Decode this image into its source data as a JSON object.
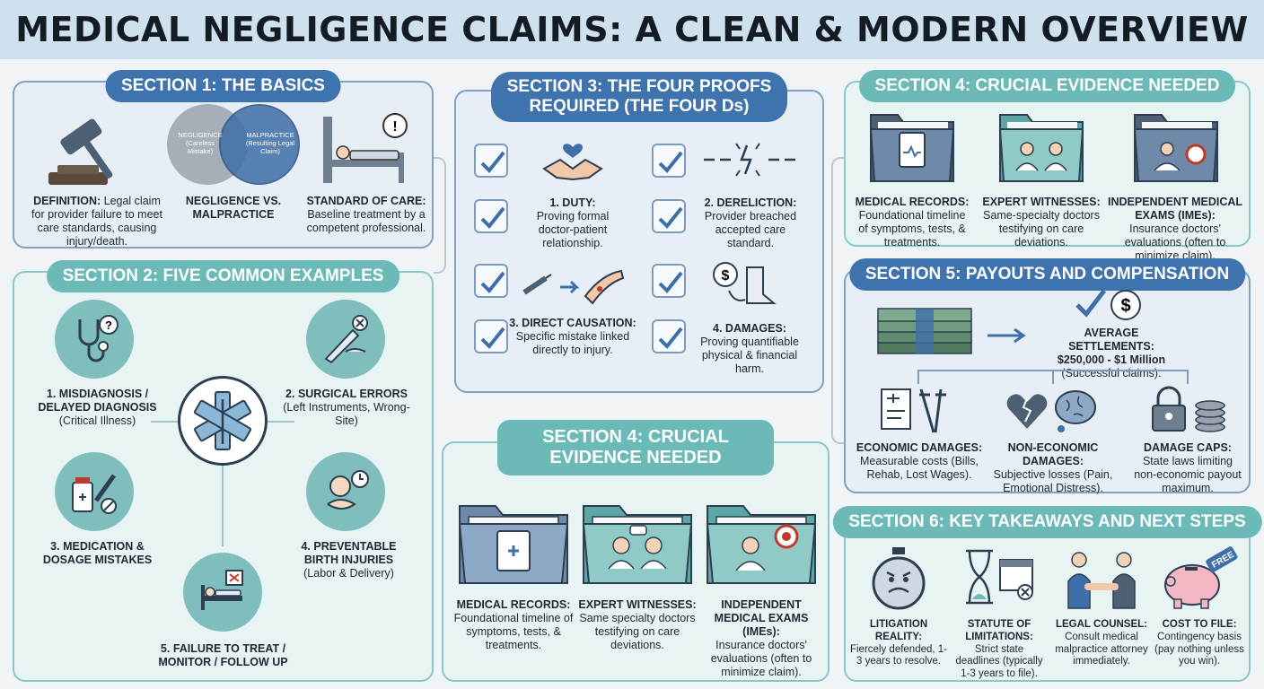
{
  "title": "MEDICAL NEGLIGENCE CLAIMS: A CLEAN & MODERN OVERVIEW",
  "s1": {
    "header": "SECTION 1: THE BASICS",
    "venn_left": "NEGLIGENCE (Careless Mistake)",
    "venn_right": "MALPRACTICE (Resulting Legal Claim)",
    "def_label": "DEFINITION:",
    "def_text": "Legal claim for provider failure to meet care standards, causing injury/death.",
    "neg_label": "NEGLIGENCE VS. MALPRACTICE",
    "soc_label": "STANDARD OF CARE:",
    "soc_text": "Baseline treatment by a competent professional."
  },
  "s2": {
    "header": "SECTION 2: FIVE COMMON EXAMPLES",
    "e1_label": "1. MISDIAGNOSIS / DELAYED DIAGNOSIS",
    "e1_text": "(Critical Illness)",
    "e2_label": "2. SURGICAL ERRORS",
    "e2_text": "(Left Instruments, Wrong-Site)",
    "e3_label": "3. MEDICATION & DOSAGE MISTAKES",
    "e4_label": "4. PREVENTABLE BIRTH INJURIES",
    "e4_text": "(Labor & Delivery)",
    "e5_label": "5. FAILURE TO TREAT / MONITOR / FOLLOW UP"
  },
  "s3": {
    "header": "SECTION 3: THE FOUR PROOFS REQUIRED (THE FOUR Ds)",
    "d1_label": "1. DUTY:",
    "d1_text": "Proving formal doctor-patient relationship.",
    "d2_label": "2. DERELICTION:",
    "d2_text": "Provider breached accepted care standard.",
    "d3_label": "3. DIRECT CAUSATION:",
    "d3_text": "Specific mistake linked directly to injury.",
    "d4_label": "4. DAMAGES:",
    "d4_text": "Proving quantifiable physical & financial harm."
  },
  "s4": {
    "header": "SECTION 4: CRUCIAL EVIDENCE NEEDED",
    "mr_label": "MEDICAL RECORDS:",
    "mr_text": "Foundational timeline of symptoms, tests, & treatments.",
    "ew_label": "EXPERT WITNESSES:",
    "ew_text": "Same-specialty doctors testifying on care deviations.",
    "ime_label": "INDEPENDENT MEDICAL EXAMS (IMEs):",
    "ime_text": "Insurance doctors' evaluations (often to minimize claim)."
  },
  "s4b": {
    "header": "SECTION 4: CRUCIAL EVIDENCE NEEDED",
    "mr_label": "MEDICAL RECORDS:",
    "mr_text": "Foundational timeline of symptoms, tests, & treatments.",
    "ew_label": "EXPERT WITNESSES:",
    "ew_text": "Same specialty doctors testifying on care deviations.",
    "ime_label": "INDEPENDENT MEDICAL EXAMS (IMEs):",
    "ime_text": "Insurance doctors' evaluations (often to minimize claim)."
  },
  "s5": {
    "header": "SECTION 5: PAYOUTS AND COMPENSATION",
    "avg_label": "AVERAGE SETTLEMENTS:",
    "avg_range": "$250,000 - $1 Million",
    "avg_text": "(Successful claims).",
    "eco_label": "ECONOMIC DAMAGES:",
    "eco_text": "Measurable costs (Bills, Rehab, Lost Wages).",
    "non_label": "NON-ECONOMIC DAMAGES:",
    "non_text": "Subjective losses (Pain, Emotional Distress).",
    "cap_label": "DAMAGE CAPS:",
    "cap_text": "State laws limiting non-economic payout maximum."
  },
  "s6": {
    "header": "SECTION 6: KEY TAKEAWAYS AND NEXT STEPS",
    "lit_label": "LITIGATION REALITY:",
    "lit_text": "Fiercely defended, 1-3 years to resolve.",
    "sol_label": "STATUTE OF LIMITATIONS:",
    "sol_text": "Strict state deadlines (typically 1-3 years to file).",
    "lc_label": "LEGAL COUNSEL:",
    "lc_text": "Consult medical malpractice attorney immediately.",
    "ctf_label": "COST TO FILE:",
    "ctf_text": "Contingency basis (pay nothing unless you win).",
    "tag_text": "FREE"
  },
  "colors": {
    "navy": "#3f73ad",
    "teal": "#6bbab7",
    "panel_blue": "#e8eef6",
    "panel_teal": "#e8f3f3"
  }
}
